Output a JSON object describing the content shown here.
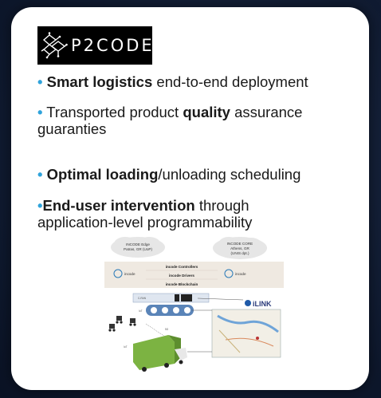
{
  "logo": {
    "text": "P2CODE"
  },
  "bullets": [
    {
      "bold": "Smart logistics",
      "rest": " end-to-end deployment"
    },
    {
      "pre": " Transported product ",
      "bold": "quality",
      "rest": " assurance",
      "line2": "guaranties"
    },
    {
      "bold": "Optimal loading",
      "rest": "/unloading scheduling"
    },
    {
      "bold": "End-user intervention",
      "rest": " through",
      "line2": "application-level programmability"
    }
  ],
  "figure": {
    "edge_cloud": [
      "INCODE Edge",
      "Patras, GR (UoP)"
    ],
    "core_cloud": [
      "INCODE CORE",
      "Athens, GR",
      "(UNIS dpt.)"
    ],
    "layers": [
      "incode Controllers",
      "incode Drivers",
      "incode Blockchain"
    ],
    "brand_small": "incode",
    "brand_link": "iLINK",
    "fig_codes": [
      "C-RAN",
      "IoT",
      "5G"
    ]
  },
  "colors": {
    "background": "#0f1a30",
    "card": "#ffffff",
    "bullet_dot": "#2fa3db",
    "text": "#1a1a1a",
    "logo_bg": "#000000"
  },
  "icons": [
    "circuit-logo-icon",
    "cloud-icon",
    "forklift-icon",
    "truck-icon",
    "map-icon",
    "router-icon"
  ]
}
